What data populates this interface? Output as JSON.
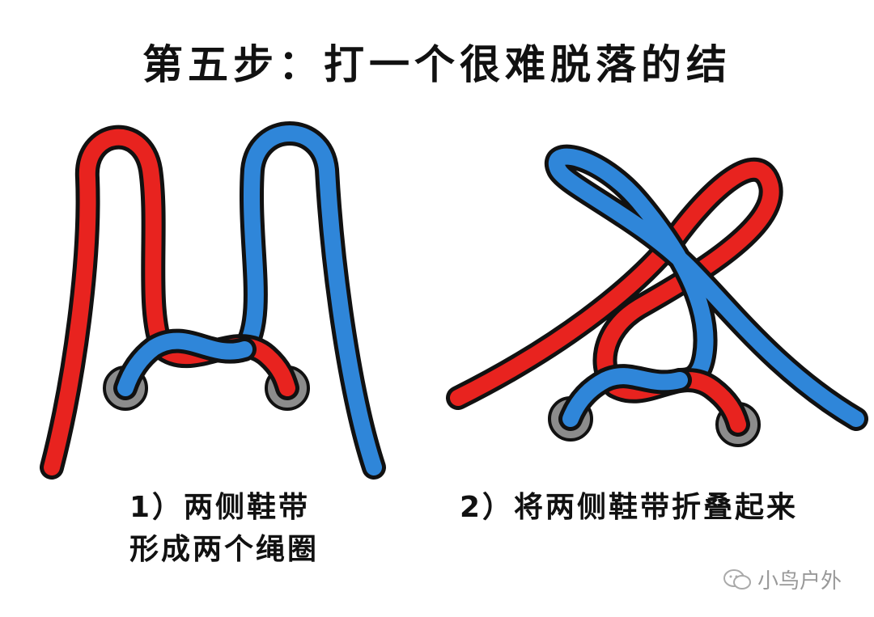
{
  "title": "第五步：打一个很难脱落的结",
  "step1": {
    "line1": "1）两侧鞋带",
    "line2": "形成两个绳圈"
  },
  "step2": {
    "line1": "2）将两侧鞋带折叠起来"
  },
  "watermark": "小鸟户外",
  "colors": {
    "red_lace": "#e8231f",
    "blue_lace": "#2f86d9",
    "outline": "#111111",
    "eyelet": "#8c8c8c"
  }
}
